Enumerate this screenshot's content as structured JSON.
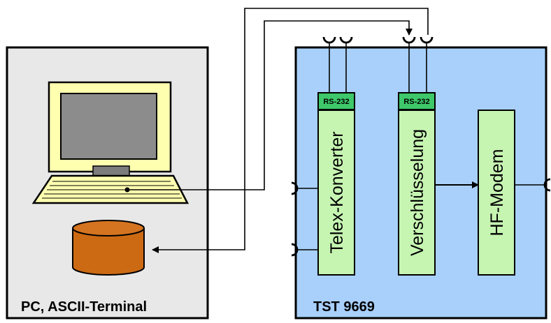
{
  "pc_panel": {
    "label": "PC, ASCII-Terminal",
    "color": "#e8e8e8"
  },
  "tst_panel": {
    "label": "TST 9669",
    "color": "#a8d0fa"
  },
  "modules": [
    {
      "label": "Telex-Konverter",
      "interface": "RS-232"
    },
    {
      "label": "Verschlüsselung",
      "interface": "RS-232"
    },
    {
      "label": "HF-Modem"
    }
  ],
  "colors": {
    "module_fill": "#c6f5b2",
    "rs232_fill": "#3ec86a",
    "monitor_body": "#ffffb0",
    "screen": "#8c8c8c",
    "database": "#cc6a14"
  },
  "icons": [
    "computer-terminal-icon",
    "database-icon",
    "arrow-icon",
    "connector-icon"
  ]
}
